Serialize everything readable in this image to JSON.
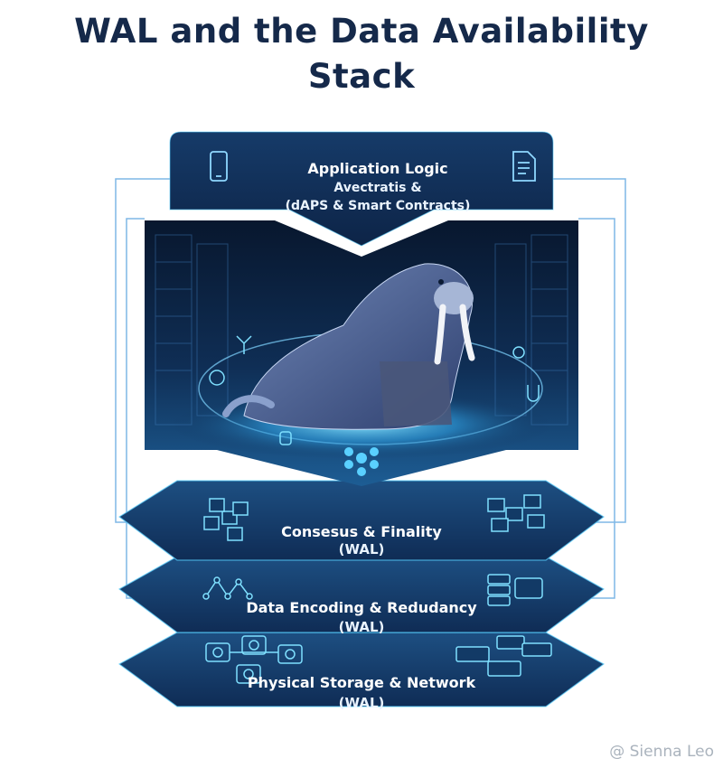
{
  "title": {
    "line1": "WAL and the Data Availability",
    "line2": "Stack"
  },
  "layers": [
    {
      "line1": "Application Logic",
      "line2": "Avectratis &",
      "line3": "(dAPS & Smart Contracts)"
    },
    {
      "line1": "Consesus & Finality",
      "line2": "(WAL)"
    },
    {
      "line1": "Data Encoding & Redudancy",
      "line2": "(WAL)"
    },
    {
      "line1": "Physical Storage & Network",
      "line2": "(WAL)"
    }
  ],
  "icons": {
    "app_left": "smartphone-icon",
    "app_right": "document-icon",
    "center": "network-node-icon",
    "mascot": "walrus"
  },
  "watermark": "@ Sienna Leo",
  "colors": {
    "title": "#15294a",
    "panel_dark": "#0f2a4f",
    "panel_mid": "#1f5487",
    "glow": "#5ad0ff"
  }
}
